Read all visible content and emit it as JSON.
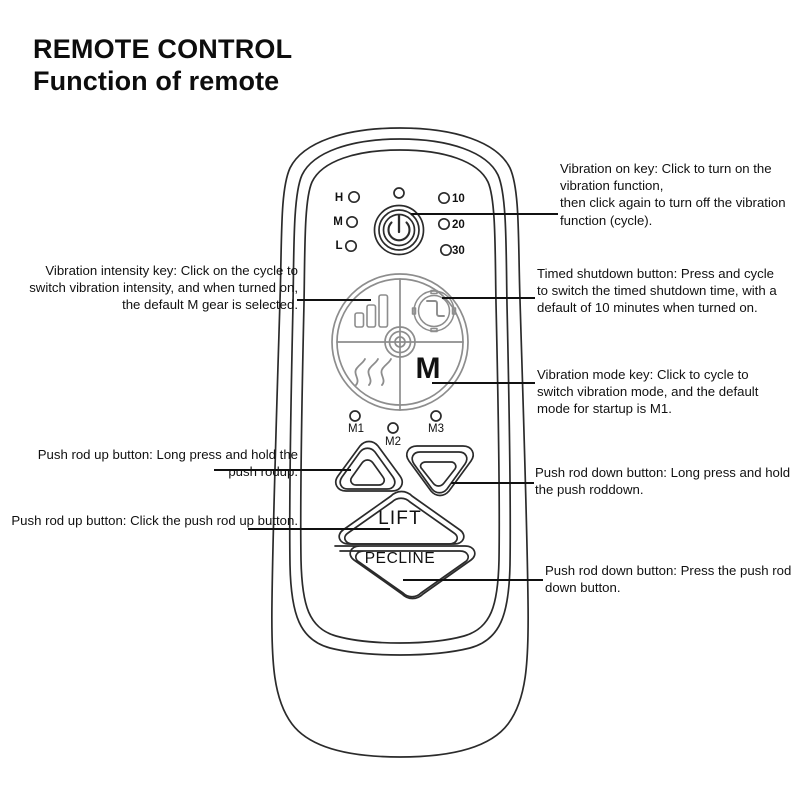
{
  "header": {
    "line1": "REMOTE CONTROL",
    "line2": "Function of remote"
  },
  "device": {
    "name": "massage-chair-remote",
    "intensity_labels": [
      "H",
      "M",
      "L"
    ],
    "timer_labels": [
      "10",
      "20",
      "30"
    ],
    "mode_labels": [
      "M1",
      "M2",
      "M3"
    ],
    "mode_display": "M",
    "pad_icons": [
      "vibration-intensity-bars-icon",
      "timed-shutdown-clock-icon",
      "heat-waves-icon",
      "vibration-mode-letter"
    ],
    "power_icon": "power-icon",
    "up_button_icon": "triangle-up-icon",
    "down_button_icon": "triangle-down-icon",
    "lift_label": "LIFT",
    "pecline_label": "PECLINE"
  },
  "callouts": {
    "vibration_on": "Vibration on key: Click to turn on the vibration function,\nthen click again to turn off the vibration function (cycle).",
    "timed_shutdown": "Timed shutdown button: Press and cycle to switch the timed shutdown time, with a default of 10 minutes when turned on.",
    "vibration_mode": "Vibration mode key: Click to cycle to switch vibration mode, and the default mode for startup is M1.",
    "vibration_intensity": "Vibration intensity key: Click on the cycle to switch vibration intensity, and when turned on, the default M gear is selected.",
    "push_rod_up_long": "Push rod up button: Long press and hold the push rodup.",
    "push_rod_up_click": "Push rod up button: Click the push rod up button.",
    "push_rod_down_long": "Push rod down button: Long press and hold the push roddown.",
    "push_rod_down_press": "Push rod down button: Press the push rod down button."
  },
  "colors": {
    "ink": "#111111",
    "outline": "#2b2b2b",
    "panel_line": "#8d8d8d",
    "background": "#ffffff"
  }
}
